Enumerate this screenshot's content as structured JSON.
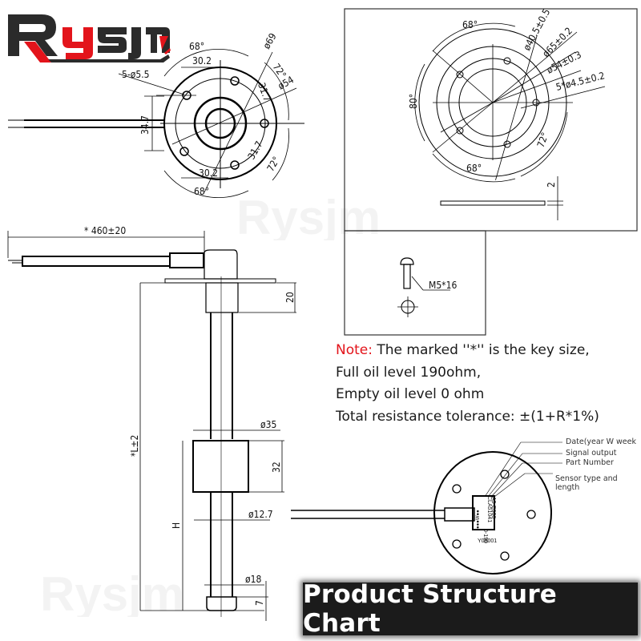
{
  "brand": {
    "logo_text": "Rysjm",
    "primary_color": "#2b2b2b",
    "accent_color": "#e3141b"
  },
  "top_view": {
    "labels": {
      "hole_spec": "5-ø5.5",
      "pcd_outer": "ø69",
      "pcd_inner": "ø54",
      "width": "34.7",
      "chord_top": "30.2",
      "chord_bottom": "30.2",
      "chord_right_top": "31.7",
      "chord_right_bottom": "31.7",
      "angle_top": "68°",
      "angle_bottom": "68°",
      "angle_right_top": "72°",
      "angle_right_bottom": "72°"
    }
  },
  "gasket_view": {
    "labels": {
      "d1": "ø40.5±0.5",
      "d2": "ø65±0.2",
      "d3": "ø54±0.3",
      "holes": "5*ø4.5±0.2",
      "angle_top": "68°",
      "angle_bottom": "68°",
      "angle_left": "80°",
      "angle_right": "72°",
      "thickness": "2"
    }
  },
  "screw_view": {
    "label": "M5*16"
  },
  "side_view": {
    "labels": {
      "cable_length": "* 460±20",
      "head_height": "20",
      "total_length": "*L±2",
      "float_diameter": "ø35",
      "float_height": "32",
      "float_position": "H",
      "tube_diameter": "ø12.7",
      "foot_diameter": "ø18",
      "foot_height": "7"
    }
  },
  "note": {
    "label": "Note:",
    "lines": [
      " The marked ''*'' is the key size,",
      "Full oil level 190ohm,",
      "Empty oil level 0 ohm",
      "Total resistance tolerance: ±(1+R*1%)"
    ]
  },
  "label_view": {
    "callouts": [
      "Date(year W week",
      "Signal output",
      "Part Number",
      "Sensor type and length"
    ],
    "label_lines": [
      "A5-E300",
      "CLA51041",
      "0-190",
      "●●●W●●"
    ],
    "serial": "Y00001"
  },
  "footer": {
    "title": "Product Structure Chart"
  }
}
